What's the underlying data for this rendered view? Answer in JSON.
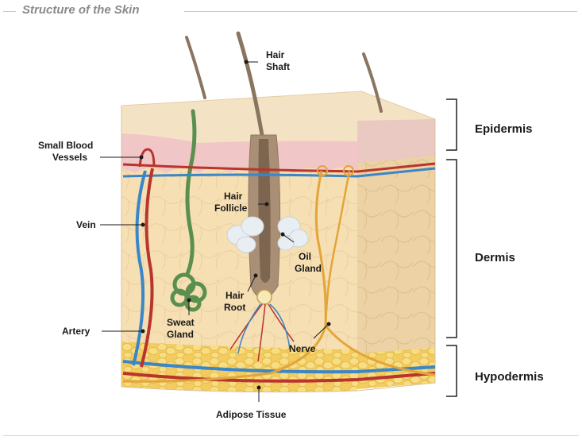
{
  "title": "Structure of the Skin",
  "labels": {
    "hair_shaft": [
      "Hair",
      "Shaft"
    ],
    "small_blood_vessels": [
      "Small Blood",
      "Vessels"
    ],
    "hair_follicle": [
      "Hair",
      "Follicle"
    ],
    "vein": "Vein",
    "oil_gland": [
      "Oil",
      "Gland"
    ],
    "hair_root": [
      "Hair",
      "Root"
    ],
    "sweat_gland": [
      "Sweat",
      "Gland"
    ],
    "artery": "Artery",
    "nerve": "Nerve",
    "adipose_tissue": "Adipose Tissue"
  },
  "layers": {
    "epidermis": "Epidermis",
    "dermis": "Dermis",
    "hypodermis": "Hypodermis"
  },
  "colors": {
    "epidermis_top": "#f3e3c4",
    "epidermis_pink": "#f1c6c6",
    "dermis": "#f6dfb3",
    "dermis_side": "#ecd2a4",
    "hypodermis_fat": "#f4d46a",
    "vein": "#3b86c6",
    "artery": "#b8342c",
    "nerve": "#e3a53a",
    "sweat_gland": "#5a8f4f",
    "hair": "#8a7560",
    "follicle": "#a88f76",
    "oil_gland": "#e9eef3"
  }
}
